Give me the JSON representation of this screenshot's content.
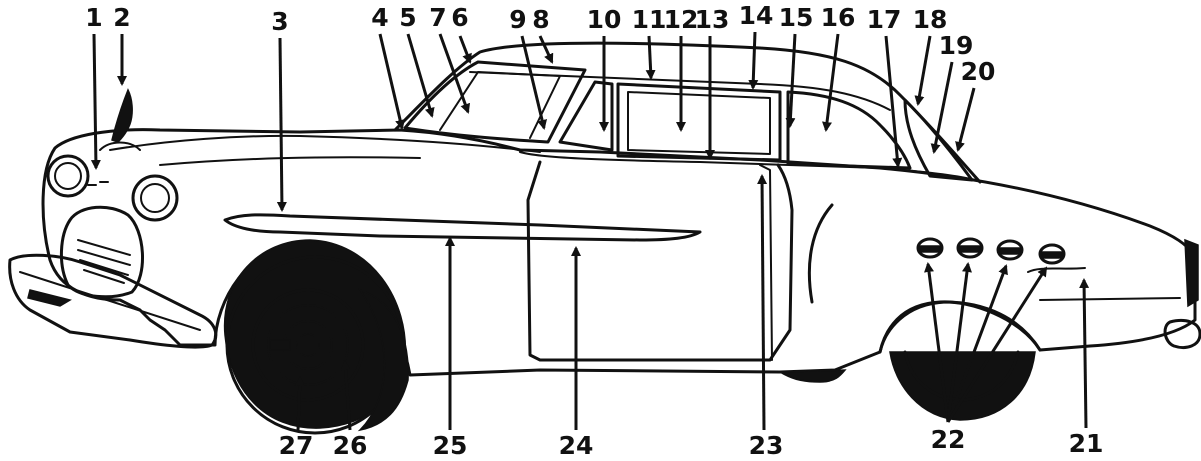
{
  "callouts": [
    {
      "label": "1"
    },
    {
      "label": "2"
    },
    {
      "label": "3"
    },
    {
      "label": "4"
    },
    {
      "label": "5"
    },
    {
      "label": "7"
    },
    {
      "label": "6"
    },
    {
      "label": "9"
    },
    {
      "label": "8"
    },
    {
      "label": "10"
    },
    {
      "label": "11"
    },
    {
      "label": "12"
    },
    {
      "label": "13"
    },
    {
      "label": "14"
    },
    {
      "label": "15"
    },
    {
      "label": "16"
    },
    {
      "label": "17"
    },
    {
      "label": "18"
    },
    {
      "label": "19"
    },
    {
      "label": "20"
    },
    {
      "label": "27"
    },
    {
      "label": "26"
    },
    {
      "label": "25"
    },
    {
      "label": "24"
    },
    {
      "label": "23"
    },
    {
      "label": "22"
    },
    {
      "label": "21"
    }
  ],
  "colors": {
    "ink": "#111111",
    "paper": "#ffffff"
  }
}
